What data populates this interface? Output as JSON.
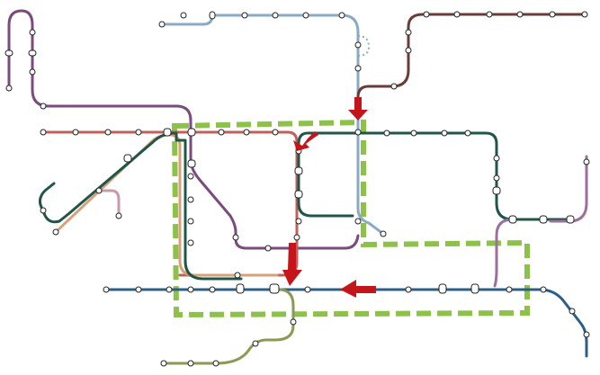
{
  "map": {
    "type": "transit-line-map",
    "lines": [
      {
        "key": "purple",
        "color": "#7b4a7e"
      },
      {
        "key": "blue-grey",
        "color": "#8aaac4"
      },
      {
        "key": "brown",
        "color": "#6b3c36"
      },
      {
        "key": "red",
        "color": "#c0605a"
      },
      {
        "key": "dark-green",
        "color": "#20564a"
      },
      {
        "key": "tan",
        "color": "#d7a27a"
      },
      {
        "key": "pink",
        "color": "#c99aaa"
      },
      {
        "key": "steel-blue",
        "color": "#2c5f85"
      },
      {
        "key": "olive",
        "color": "#8a9a55"
      },
      {
        "key": "light-purple",
        "color": "#9c6f9c"
      }
    ],
    "highlight_zone_color": "#8cc14a",
    "arrow_color": "#c4151b",
    "arrows": [
      {
        "direction": "down"
      },
      {
        "direction": "left"
      },
      {
        "direction": "down"
      },
      {
        "direction": "left"
      }
    ]
  }
}
